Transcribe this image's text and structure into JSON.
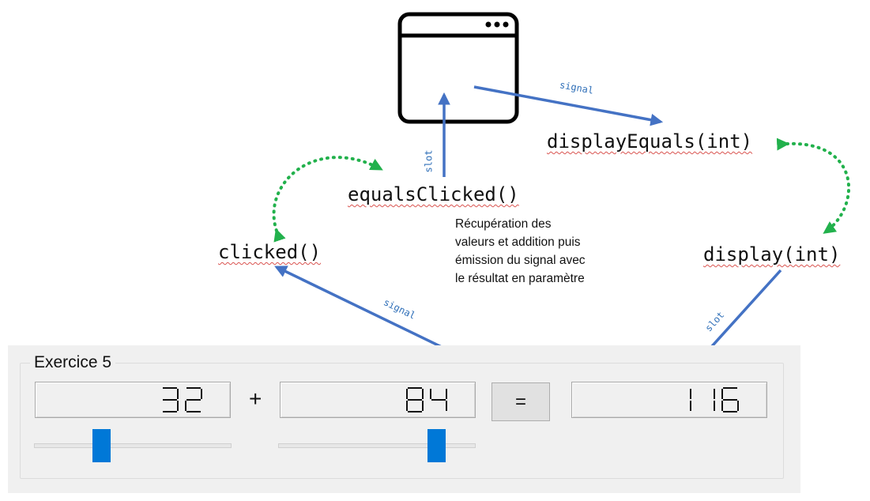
{
  "labels": {
    "equals_clicked": "equalsClicked()",
    "display_equals": "displayEquals(int)",
    "clicked": "clicked()",
    "display": "display(int)"
  },
  "edge_tags": {
    "signal_window": "signal",
    "slot_window": "slot",
    "signal_button": "signal",
    "slot_lcd": "slot"
  },
  "note": [
    "Récupération des",
    "valeurs et addition puis",
    "émission du signal avec",
    "le résultat en paramètre"
  ],
  "panel": {
    "title": "Exercice 5",
    "lcd_a": "32",
    "operator": "+",
    "lcd_b": "84",
    "equals_label": "=",
    "lcd_result": "116",
    "slider_a_fraction": 0.34,
    "slider_b_fraction": 0.8
  },
  "colors": {
    "arrow_blue": "#4472c4",
    "dotted_green": "#22b14c",
    "lcd_segment": "#111111",
    "slider_handle": "#0078d7",
    "squiggle": "#d9534f"
  },
  "icons": {
    "window": "window-icon"
  }
}
